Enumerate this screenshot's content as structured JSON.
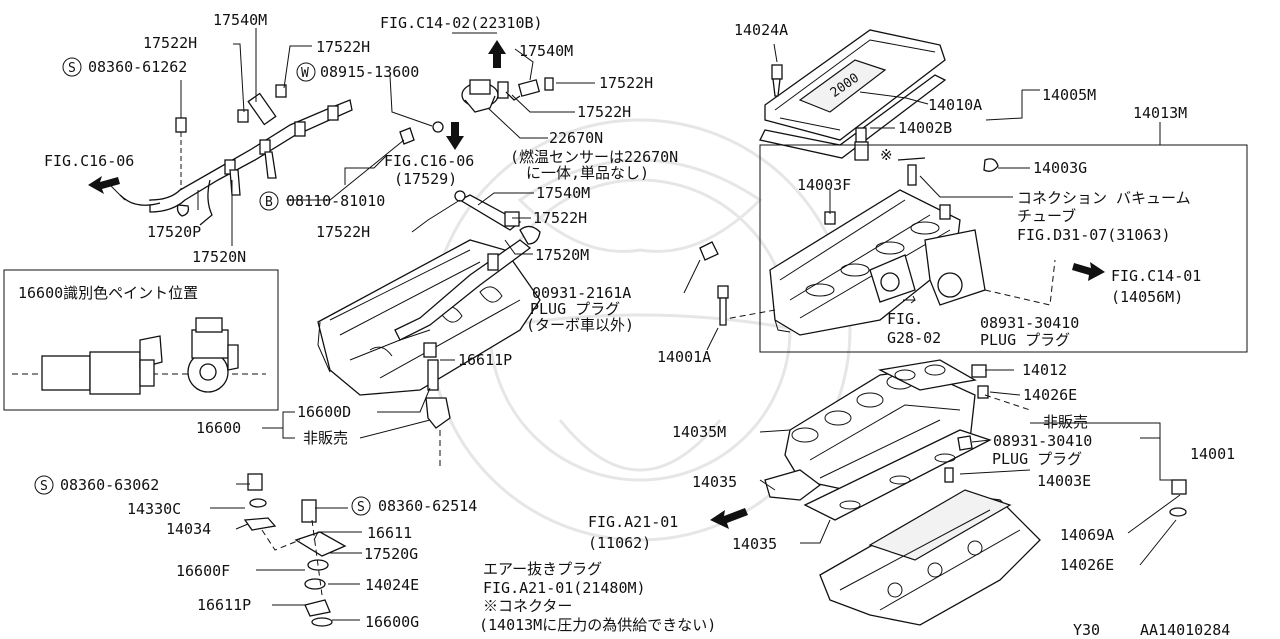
{
  "labels": {
    "p17540M_a": "17540M",
    "p17522H_a": "17522H",
    "p17522H_b": "17522H",
    "s08360_61262": "08360-61262",
    "fig_c14_02": "FIG.C14-02(22310B)",
    "p17540M_b": "17540M",
    "p17522H_c": "17522H",
    "w08915_13600": "08915-13600",
    "p17522H_d": "17522H",
    "p22670N": "22670N",
    "note_22670N_1": "(燃温センサーは22670N",
    "note_22670N_2": "に一体,単品なし)",
    "fig_c16_06_a": "FIG.C16-06",
    "fig_c16_06_b": "FIG.C16-06",
    "p17529": "(17529)",
    "b08110_81010": "08110-81010",
    "p17540M_c": "17540M",
    "p17522H_e": "17522H",
    "p17522H_f": "17522H",
    "p17520M": "17520M",
    "p17520P": "17520P",
    "p17520N": "17520N",
    "paint_title": "16600識別色ペイント位置",
    "p00931": "00931-2161A",
    "plug_1": "PLUG プラグ",
    "turbo_note": "(ターボ車以外)",
    "p14001A": "14001A",
    "p16611P": "16611P",
    "p16600D": "16600D",
    "p16600": "16600",
    "hihanbai_1": "非販売",
    "p14024A": "14024A",
    "p14010A": "14010A",
    "p14005M": "14005M",
    "p14002B": "14002B",
    "p14013M": "14013M",
    "kome_1": "※",
    "p14003G": "14003G",
    "p14003F": "14003F",
    "conn_1": "コネクション バキューム",
    "conn_2": "チューブ",
    "fig_d31": "FIG.D31-07(31063)",
    "fig_c14_01": "FIG.C14-01",
    "p14056M": "(14056M)",
    "fig_g28_1": "FIG.",
    "fig_g28_2": "G28-02",
    "p08931_a": "08931-30410",
    "plug_2": "PLUG プラグ",
    "p14012": "14012",
    "p14026E_a": "14026E",
    "hihanbai_2": "非販売",
    "p14035M": "14035M",
    "p08931_b": "08931-30410",
    "plug_3": "PLUG プラグ",
    "p14001": "14001",
    "p14035_a": "14035",
    "p14003E": "14003E",
    "s08360_63062": "08360-63062",
    "p14330C": "14330C",
    "s08360_62514": "08360-62514",
    "p14034": "14034",
    "p16611": "16611",
    "fig_a21_a": "FIG.A21-01",
    "p11062": "(11062)",
    "p14035_b": "14035",
    "p14069A": "14069A",
    "p17520G": "17520G",
    "p16600F": "16600F",
    "p14024E": "14024E",
    "p14026E_b": "14026E",
    "air_plug": "エアー抜きプラグ",
    "fig_a21_b": "FIG.A21-01(21480M)",
    "kome_conn": "※コネクター",
    "pressure_note": "(14013Mに圧力の為供給できない)",
    "p16611P_b": "16611P",
    "p16600G": "16600G",
    "model": "Y30",
    "diagram_id": "AA14010284",
    "s": "S",
    "w": "W",
    "b": "B",
    "cover_text": "2000"
  }
}
